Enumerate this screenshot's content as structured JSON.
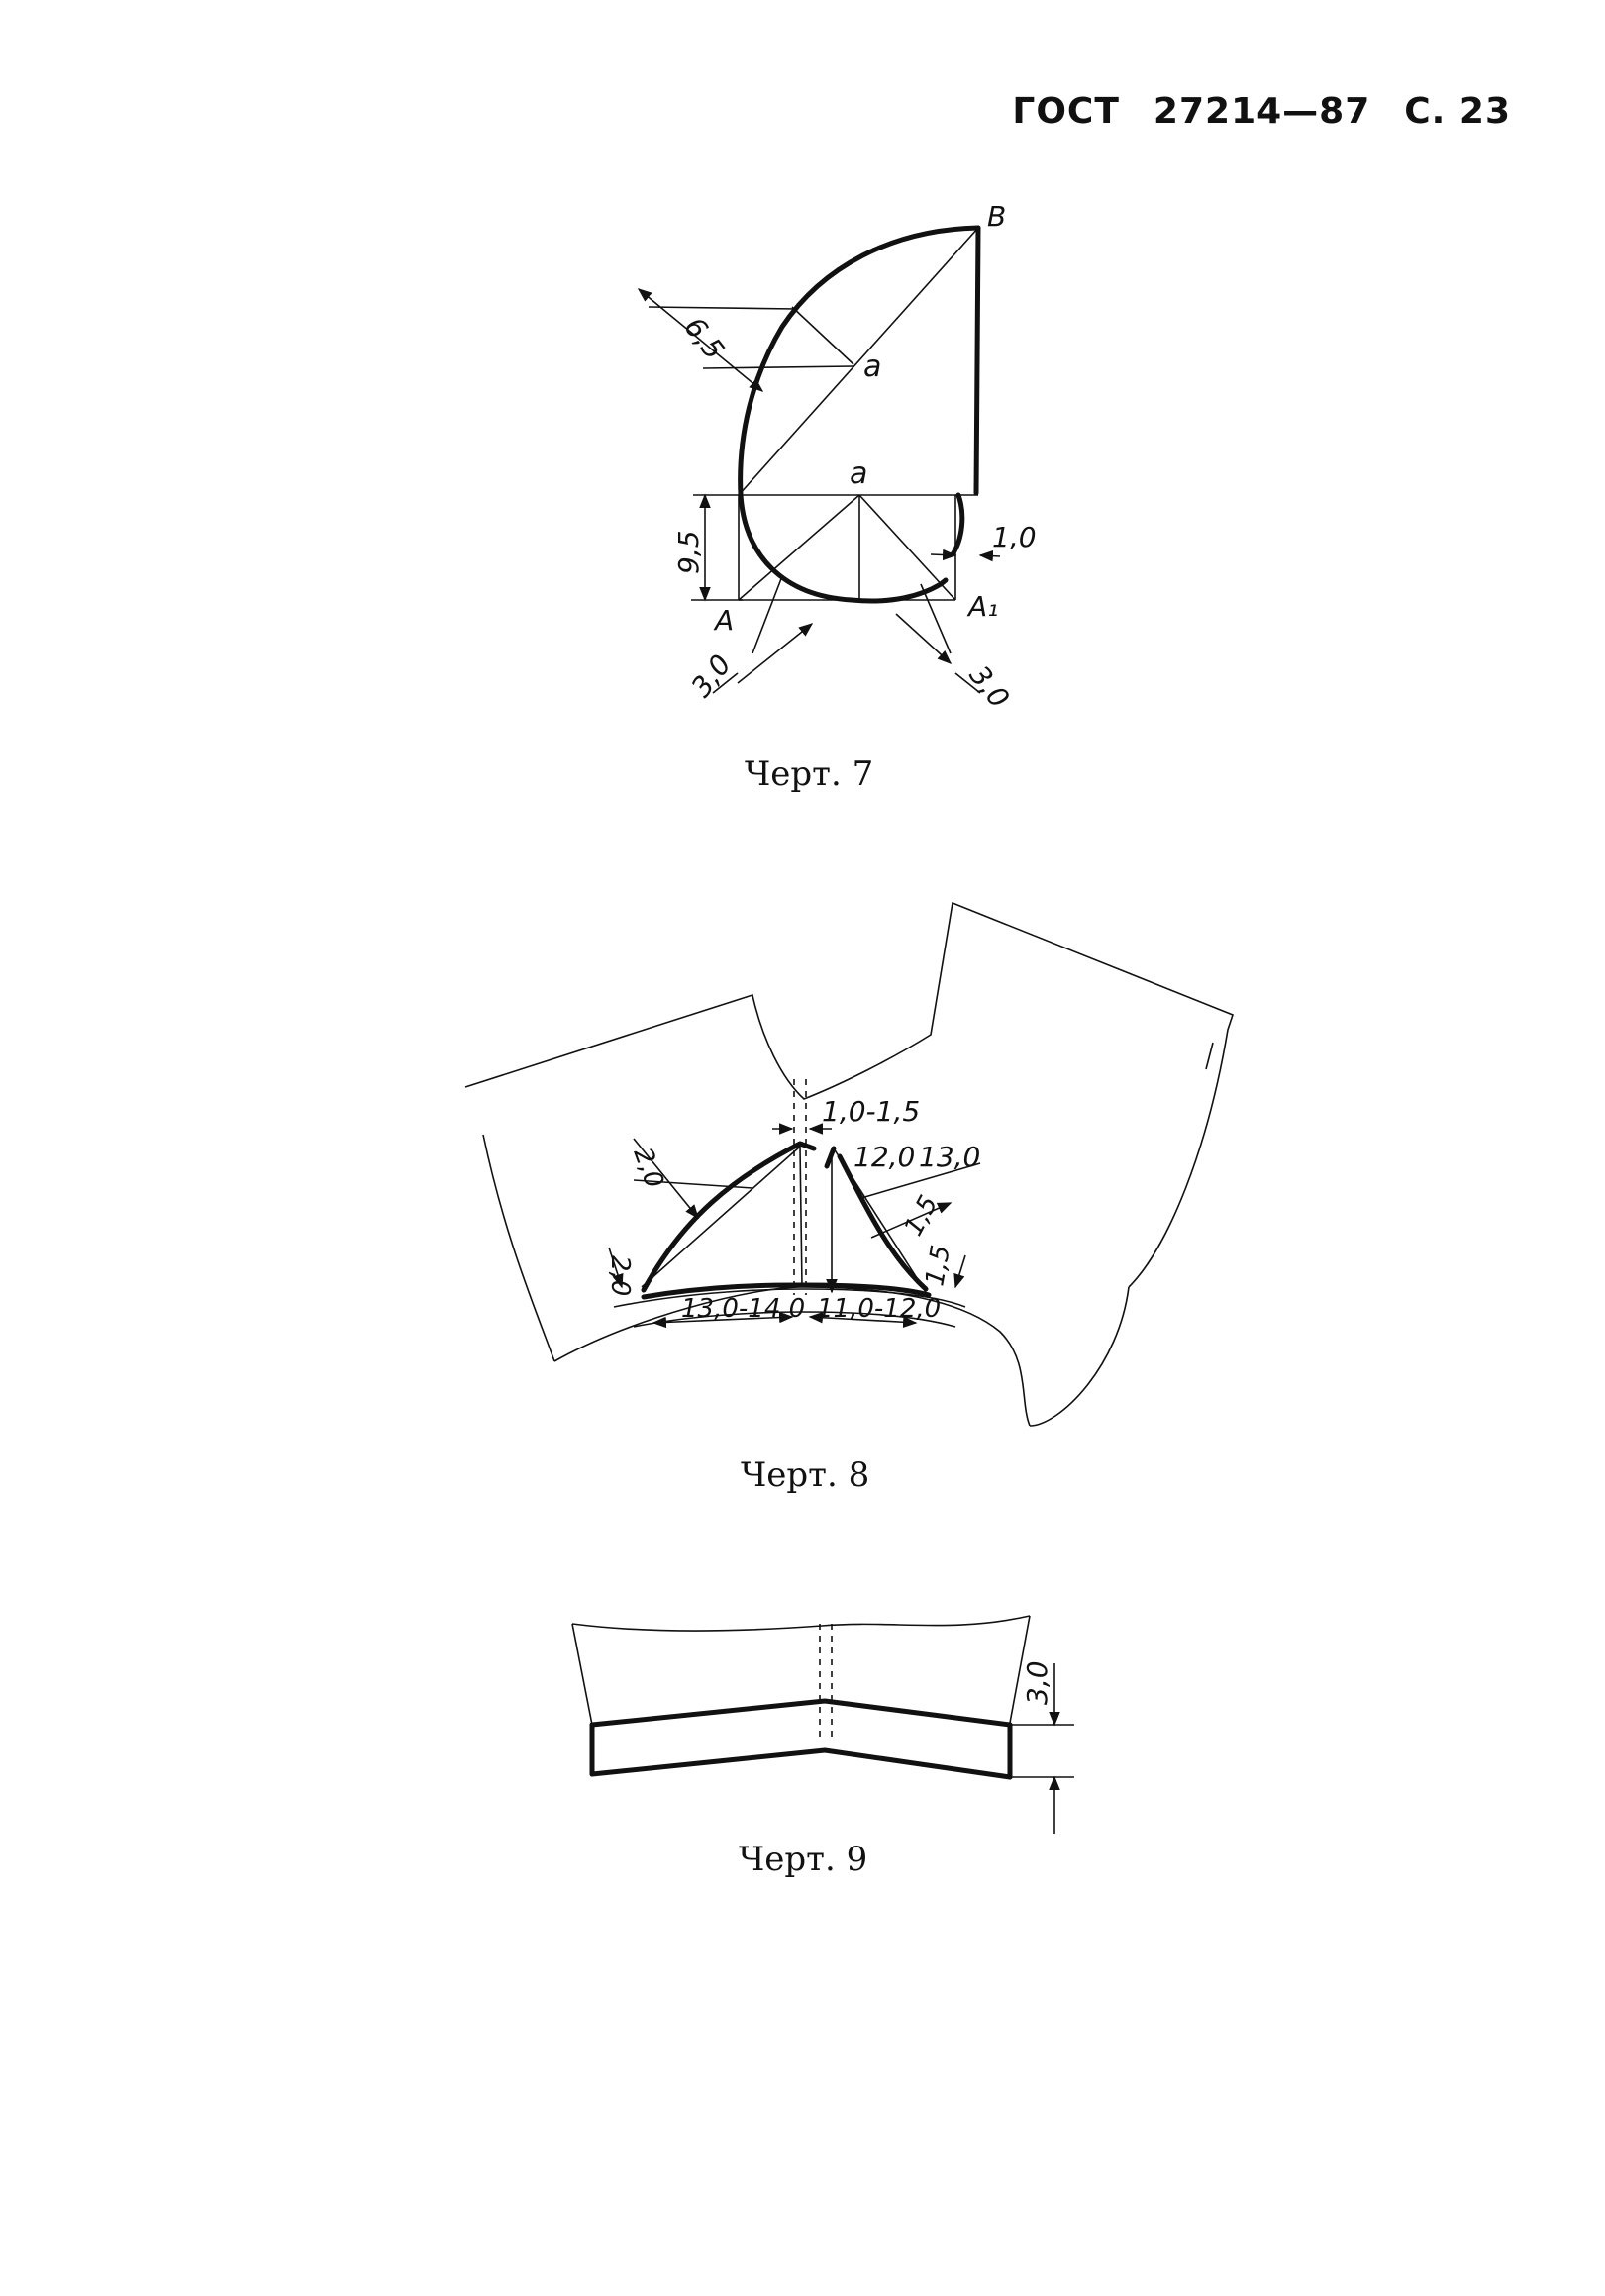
{
  "header": {
    "standard": "ГОСТ",
    "number": "27214—87",
    "page": "С. 23"
  },
  "figures": [
    {
      "caption": "Черт. 7",
      "labels": {
        "point_top": "B",
        "point_a_upper": "a",
        "point_a_lower": "a",
        "point_A": "A",
        "point_A1": "A₁",
        "dim_6_5": "6,5",
        "dim_9_5": "9,5",
        "dim_1_0": "1,0",
        "dim_3_0_left": "3,0",
        "dim_3_0_right": "3,0"
      }
    },
    {
      "caption": "Черт. 8",
      "labels": {
        "dim_top": "1,0-1,5",
        "dim_12": "12,0",
        "dim_13": "13,0",
        "dim_2_upper": "2,0",
        "dim_2_lower": "2,0",
        "dim_1_5_upper": "1,5",
        "dim_1_5_lower": "1,5",
        "dim_left_width": "13,0-14,0",
        "dim_right_width": "11,0-12,0"
      }
    },
    {
      "caption": "Черт. 9",
      "labels": {
        "dim_3_0": "3,0"
      }
    }
  ]
}
